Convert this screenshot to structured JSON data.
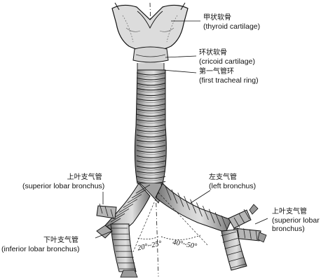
{
  "labels": {
    "thyroid": {
      "zh": "甲状软骨",
      "en": "(thyroid cartilage)"
    },
    "cricoid": {
      "zh": "环状软骨",
      "en": "(cricoid cartilage)"
    },
    "first_ring": {
      "zh": "第一气管环",
      "en": "(first tracheal ring)"
    },
    "right_superior": {
      "zh": "上叶支气管",
      "en": "(superior lobar bronchus)"
    },
    "left_main": {
      "zh": "左支气管",
      "en": "(left bronchus)"
    },
    "left_superior": {
      "zh": "上叶支气管",
      "en1": "(superior lobar",
      "en2": "bronchus)"
    },
    "right_inferior": {
      "zh": "下叶支气管",
      "en": "(inferior lobar bronchus)"
    }
  },
  "angles": {
    "right": "20°~25°",
    "left": "40°~50°"
  },
  "colors": {
    "ink": "#111111",
    "fill": "#bdbdbd",
    "fill_dark": "#8a8a8a",
    "cartilage": "#d8d8d8"
  }
}
